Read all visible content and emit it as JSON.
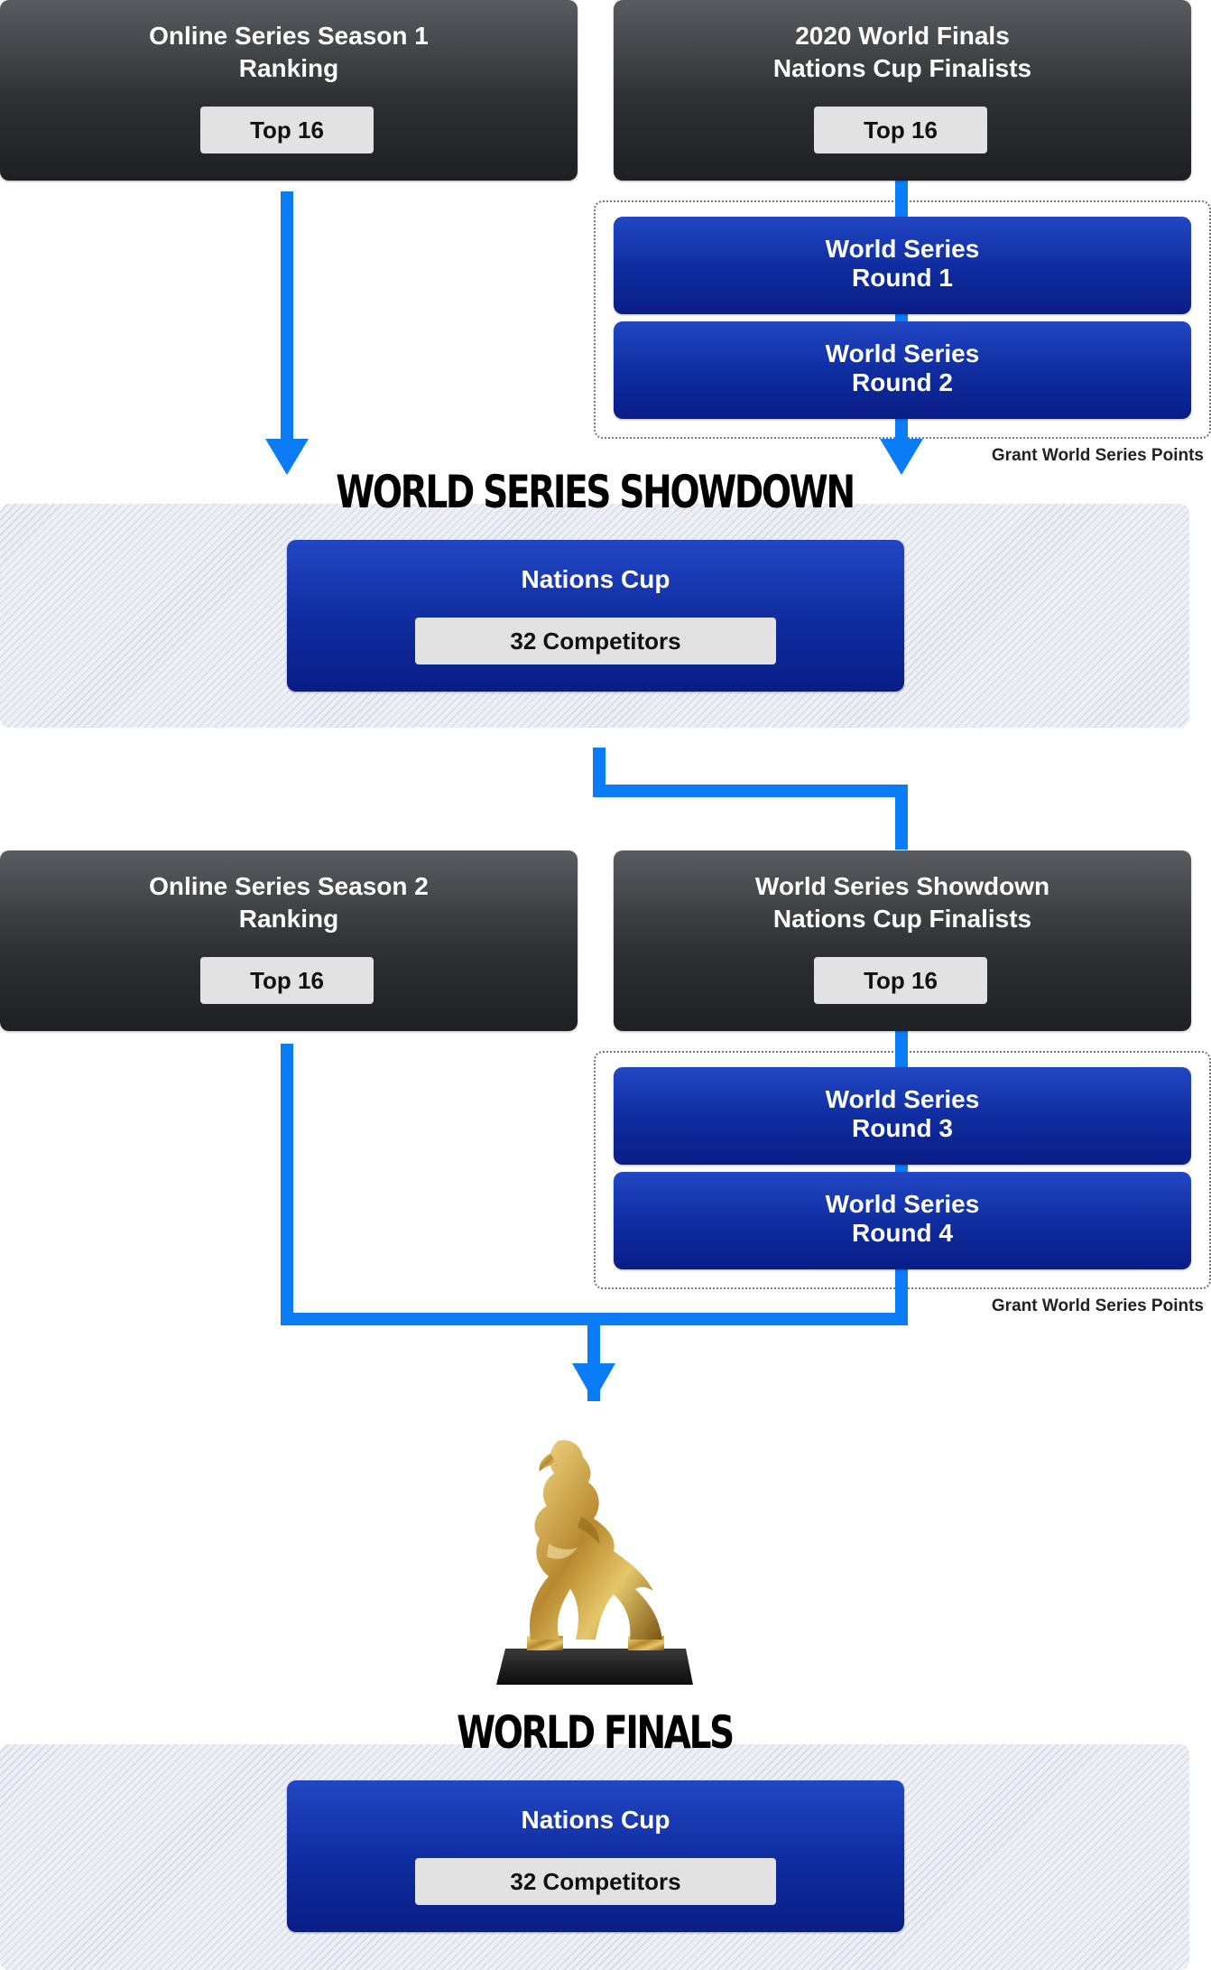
{
  "colors": {
    "connector": "#0a7cf5",
    "dark_box": "#2f3034",
    "blue_box": "#0e2b9e",
    "pill": "#e2e2e2"
  },
  "top_left": {
    "title": "Online Series Season 1\nRanking",
    "badge": "Top 16"
  },
  "top_right": {
    "title": "2020 World Finals\nNations Cup Finalists",
    "badge": "Top 16"
  },
  "round1": {
    "title": "World Series\nRound 1"
  },
  "round2": {
    "title": "World Series\nRound 2"
  },
  "grant_points_1": "Grant World Series Points",
  "showdown": {
    "heading": "WORLD SERIES SHOWDOWN",
    "box_title": "Nations Cup",
    "badge": "32 Competitors"
  },
  "mid_left": {
    "title": "Online Series Season 2\nRanking",
    "badge": "Top 16"
  },
  "mid_right": {
    "title": "World Series Showdown\nNations Cup Finalists",
    "badge": "Top 16"
  },
  "round3": {
    "title": "World Series\nRound 3"
  },
  "round4": {
    "title": "World Series\nRound 4"
  },
  "grant_points_2": "Grant World Series Points",
  "finals": {
    "heading": "WORLD FINALS",
    "box_title": "Nations Cup",
    "badge": "32 Competitors"
  },
  "trophy_icon": "trophy-icon"
}
